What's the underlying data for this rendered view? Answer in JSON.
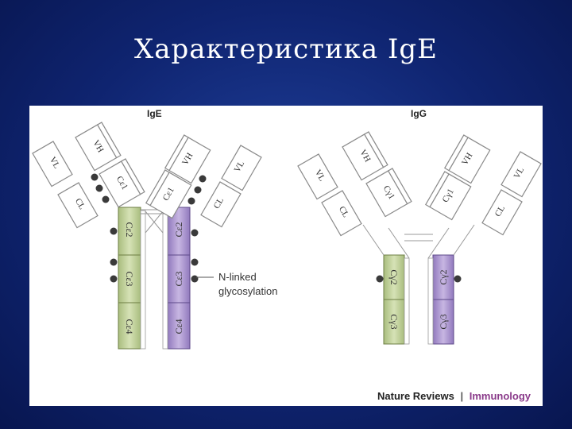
{
  "title": "Характеристика IgE",
  "ige": {
    "header": "IgE",
    "vh": "VH",
    "vl": "VL",
    "cl": "CL",
    "ce1": "Cε1",
    "ce2": "Cε2",
    "ce3": "Cε3",
    "ce4": "Cε4",
    "annotation_line1": "N-linked",
    "annotation_line2": "glycosylation"
  },
  "igg": {
    "header": "IgG",
    "vh": "VH",
    "vl": "VL",
    "cl": "CL",
    "cg1": "Cγ1",
    "cg2": "Cγ2",
    "cg3": "Cγ3"
  },
  "credit": {
    "journal": "Nature Reviews",
    "separator": "|",
    "section": "Immunology"
  },
  "colors": {
    "background": "#0f2470",
    "heavy_chain_green": "#c9d7a6",
    "heavy_chain_purple": "#b7a3d6",
    "glycan_dot": "#3a3a3a",
    "credit_accent": "#8a3a8a"
  }
}
